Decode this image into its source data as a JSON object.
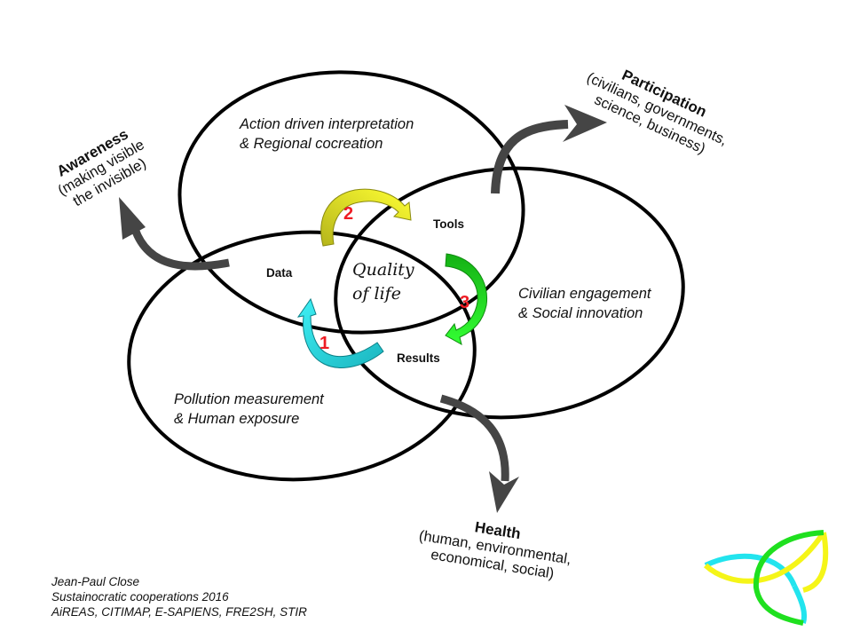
{
  "colors": {
    "ellipse_stroke": "#000000",
    "outer_arrow": "#454545",
    "step1_arrow": "#22d8df",
    "step2_arrow": "#e8e81a",
    "step3_arrow": "#25d925",
    "step_numbers": "#ee1c24",
    "logo_cyan": "#22e4ee",
    "logo_yellow": "#f5f518",
    "logo_green": "#1fe01f"
  },
  "circles": {
    "top": {
      "line1": "Action driven interpretation",
      "line2": "& Regional cocreation"
    },
    "left": {
      "line1": "Pollution measurement",
      "line2": "& Human exposure"
    },
    "right": {
      "line1": "Civilian engagement",
      "line2": "& Social innovation"
    }
  },
  "intersections": {
    "data": "Data",
    "tools": "Tools",
    "results": "Results",
    "center_line1": "Quality",
    "center_line2": "of life"
  },
  "cycle_steps": [
    {
      "number": "1",
      "from": "Results",
      "to": "Data"
    },
    {
      "number": "2",
      "from": "Data",
      "to": "Tools"
    },
    {
      "number": "3",
      "from": "Tools",
      "to": "Results"
    }
  ],
  "outcomes": {
    "awareness": {
      "title": "Awareness",
      "line1": "(making visible",
      "line2": "the invisible)"
    },
    "participation": {
      "title": "Participation",
      "line1": "(civilians, governments,",
      "line2": "science, business)"
    },
    "health": {
      "title": "Health",
      "line1": "(human, environmental,",
      "line2": "economical, social)"
    }
  },
  "credits": {
    "author": "Jean-Paul Close",
    "organization": "Sustainocratic cooperations 2016",
    "projects": "AiREAS, CITIMAP, E-SAPIENS, FRE2SH, STIR"
  }
}
